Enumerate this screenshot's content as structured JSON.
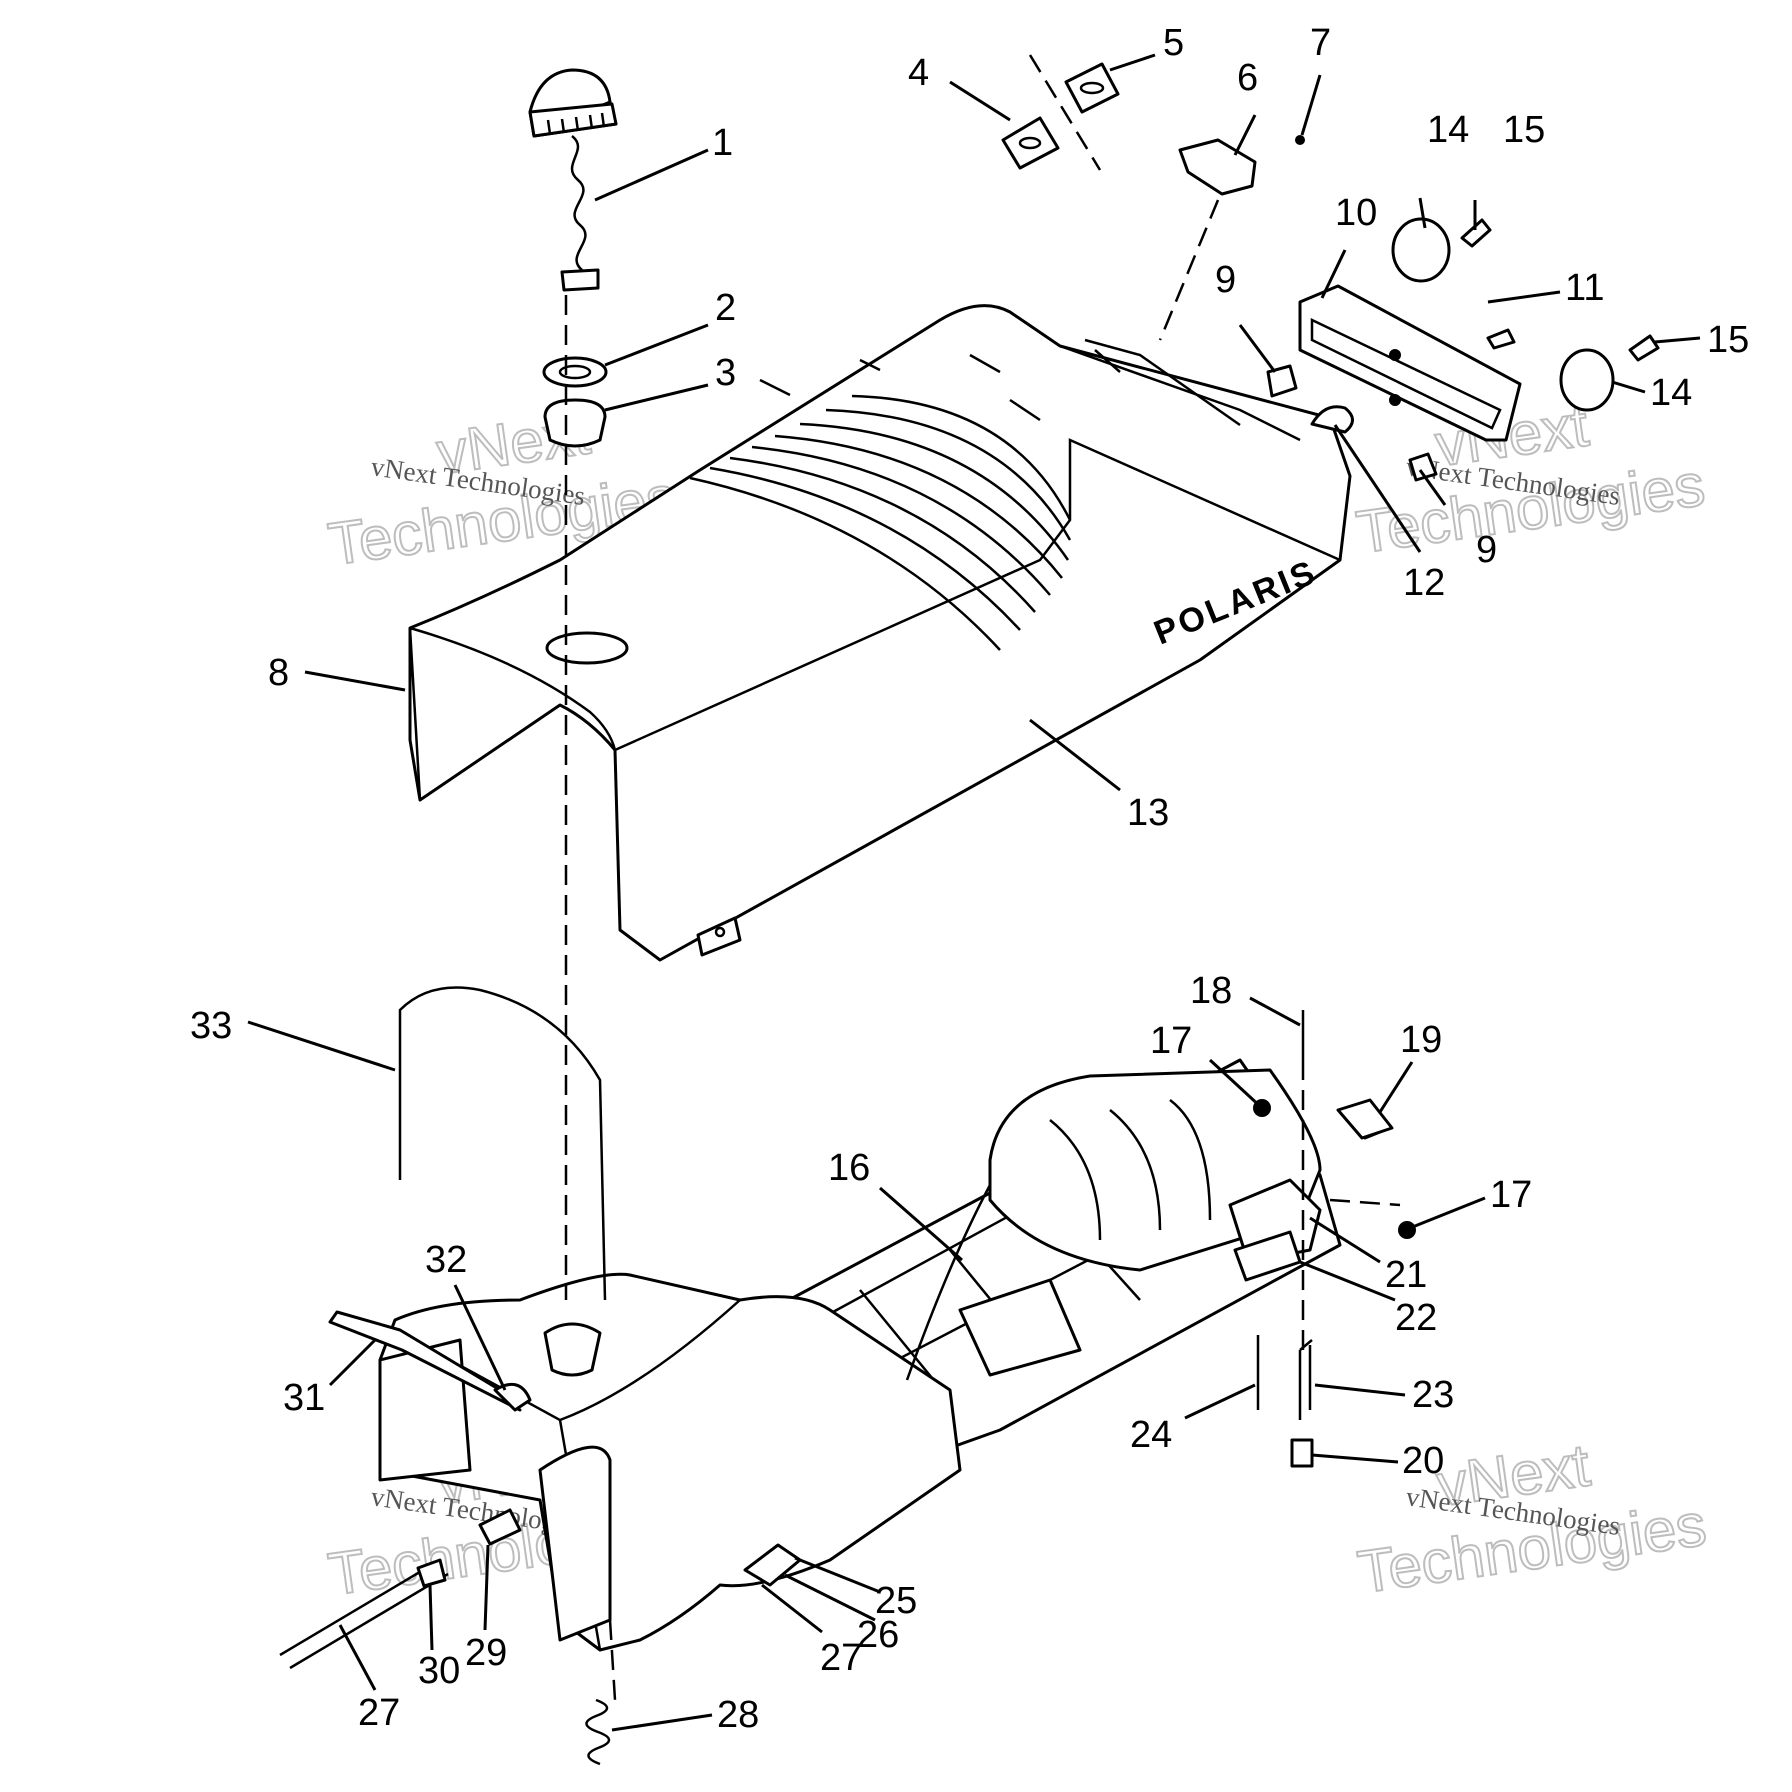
{
  "brand_label": "POLARIS",
  "watermarks": [
    {
      "small": "vNext Technologies",
      "line1": "vNext",
      "line2": "Technologies"
    },
    {
      "small": "vNext Technologies",
      "line1": "vNext",
      "line2": "Technologies"
    },
    {
      "small": "vNext Technologies",
      "line1": "vNext",
      "line2": "Technologies"
    },
    {
      "small": "vNext Technologies",
      "line1": "vNext",
      "line2": "Technologies"
    }
  ],
  "callouts": [
    "1",
    "2",
    "3",
    "4",
    "5",
    "6",
    "7",
    "8",
    "9",
    "9",
    "10",
    "11",
    "12",
    "13",
    "14",
    "14",
    "15",
    "15",
    "16",
    "17",
    "17",
    "18",
    "19",
    "20",
    "21",
    "22",
    "23",
    "24",
    "25",
    "26",
    "27",
    "27",
    "28",
    "29",
    "30",
    "31",
    "32",
    "33"
  ]
}
